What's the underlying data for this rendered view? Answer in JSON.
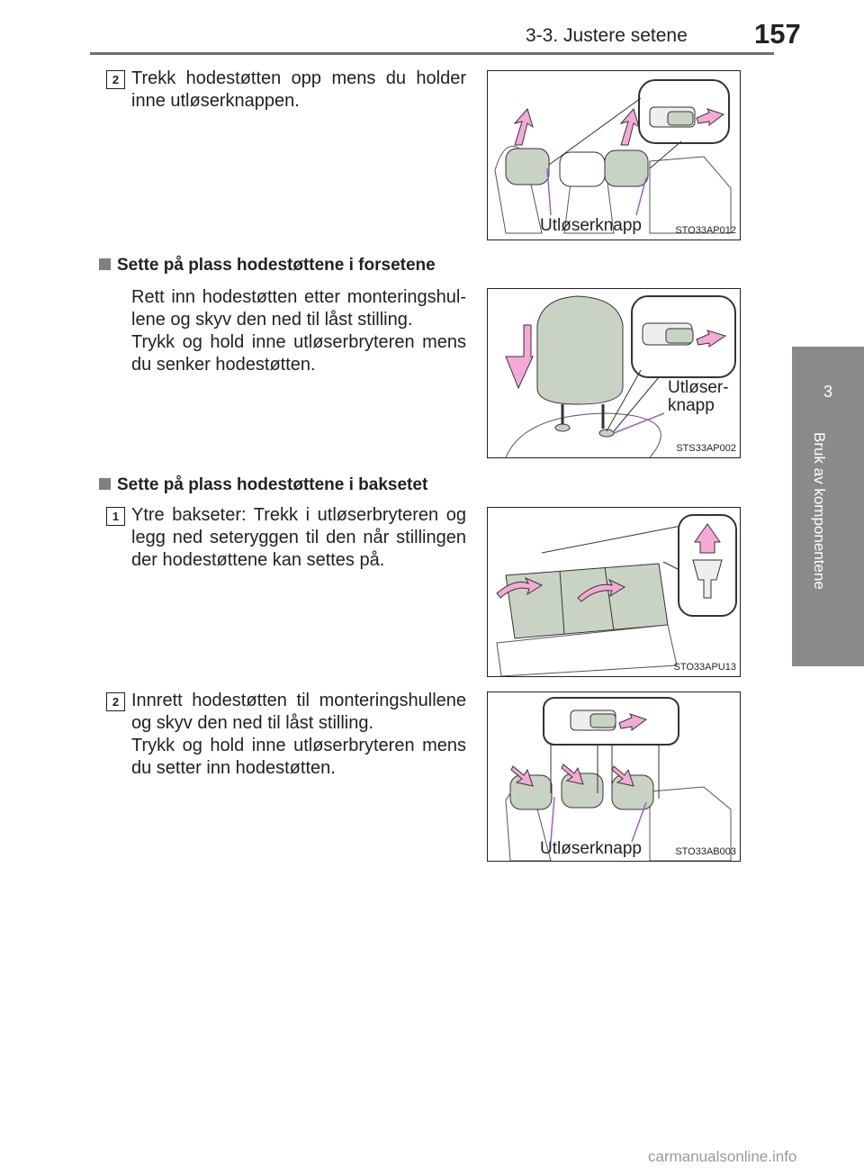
{
  "header": {
    "section": "3-3. Justere setene",
    "page_number": "157"
  },
  "side_tab": {
    "number": "3",
    "label": "Bruk av komponentene"
  },
  "block1": {
    "step": "2",
    "text": "Trekk hodestøtten opp mens du holder inne utløserknappen.",
    "figure": {
      "label": "Utløserknapp",
      "code": "STO33AP012"
    }
  },
  "section_front": {
    "heading": "Sette på plass hodestøttene i forsetene",
    "text_1": "Rett inn hodestøtten etter monteringshul­lene og skyv den ned til låst stilling.",
    "text_2": "Trykk og hold inne utløserbryteren mens du senker hodestøtten.",
    "figure": {
      "label_line1": "Utløser-",
      "label_line2": "knapp",
      "code": "STS33AP002"
    }
  },
  "section_rear": {
    "heading": "Sette på plass hodestøttene i baksetet",
    "step1": {
      "step": "1",
      "text": "Ytre bakseter: Trekk i utløserbryteren og legg ned seteryggen til den når stil­lingen der hodestøttene kan settes på.",
      "figure": {
        "code": "STO33APU13"
      }
    },
    "step2": {
      "step": "2",
      "text_1": "Innrett hodestøtten til monteringshul­lene og skyv den ned til låst stilling.",
      "text_2": "Trykk og hold inne utløserbryteren mens du setter inn hodestøtten.",
      "figure": {
        "label": "Utløserknapp",
        "code": "STO33AB003"
      }
    }
  },
  "watermark": "carmanualsonline.info",
  "colors": {
    "arrow_pink": "#f6a9d6",
    "pointer_purple": "#9a63c9",
    "headrest_green": "#c9d3c4",
    "tab_gray": "#8a8a8a"
  }
}
